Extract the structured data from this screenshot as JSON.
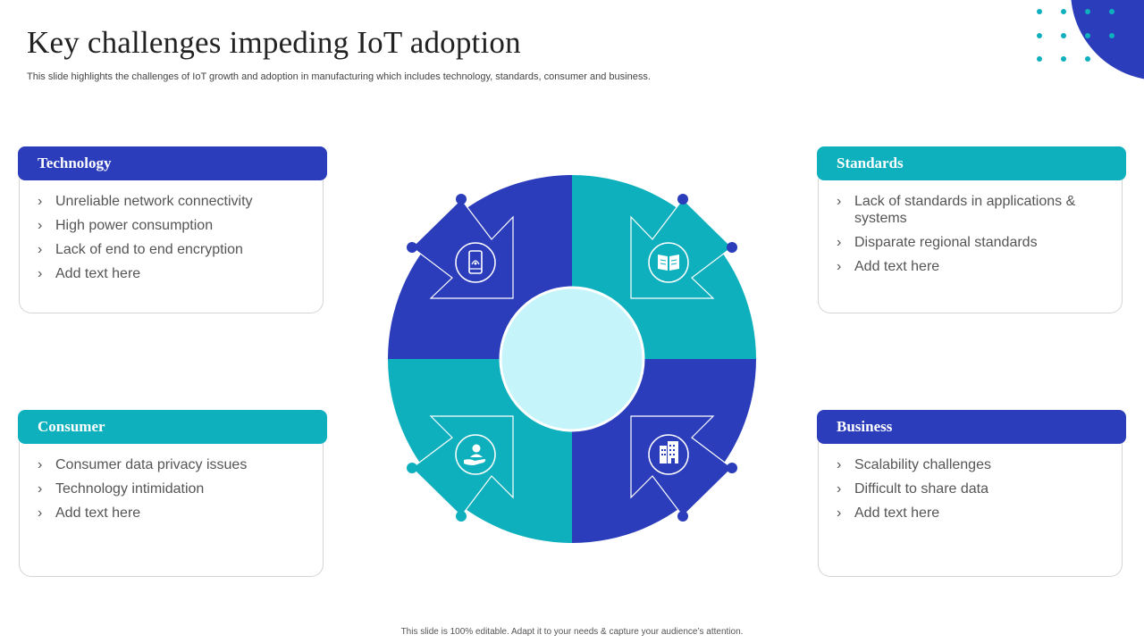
{
  "header": {
    "title": "Key challenges impeding IoT adoption",
    "subtitle": "This slide highlights the challenges of IoT growth and adoption in manufacturing which includes technology, standards, consumer and business."
  },
  "footer": {
    "text": "This slide is 100% editable.  Adapt it to your needs & capture your audience’s attention."
  },
  "colors": {
    "blue": "#2b3dba",
    "teal": "#0fb0be",
    "center": "#c5f5fa"
  },
  "cards": {
    "technology": {
      "title": "Technology",
      "items": [
        "Unreliable network connectivity",
        "High power consumption",
        "Lack of end to end encryption",
        "Add text here"
      ]
    },
    "standards": {
      "title": "Standards",
      "items": [
        "Lack of standards in applications & systems",
        "Disparate regional standards",
        "Add text here"
      ]
    },
    "consumer": {
      "title": "Consumer",
      "items": [
        "Consumer data privacy issues",
        "Technology intimidation",
        "Add text here"
      ]
    },
    "business": {
      "title": "Business",
      "items": [
        "Scalability challenges",
        "Difficult to share data",
        "Add text here"
      ]
    }
  },
  "icons": {
    "technology": "smartphone-icon",
    "standards": "book-icon",
    "consumer": "hand-user-icon",
    "business": "building-icon"
  }
}
